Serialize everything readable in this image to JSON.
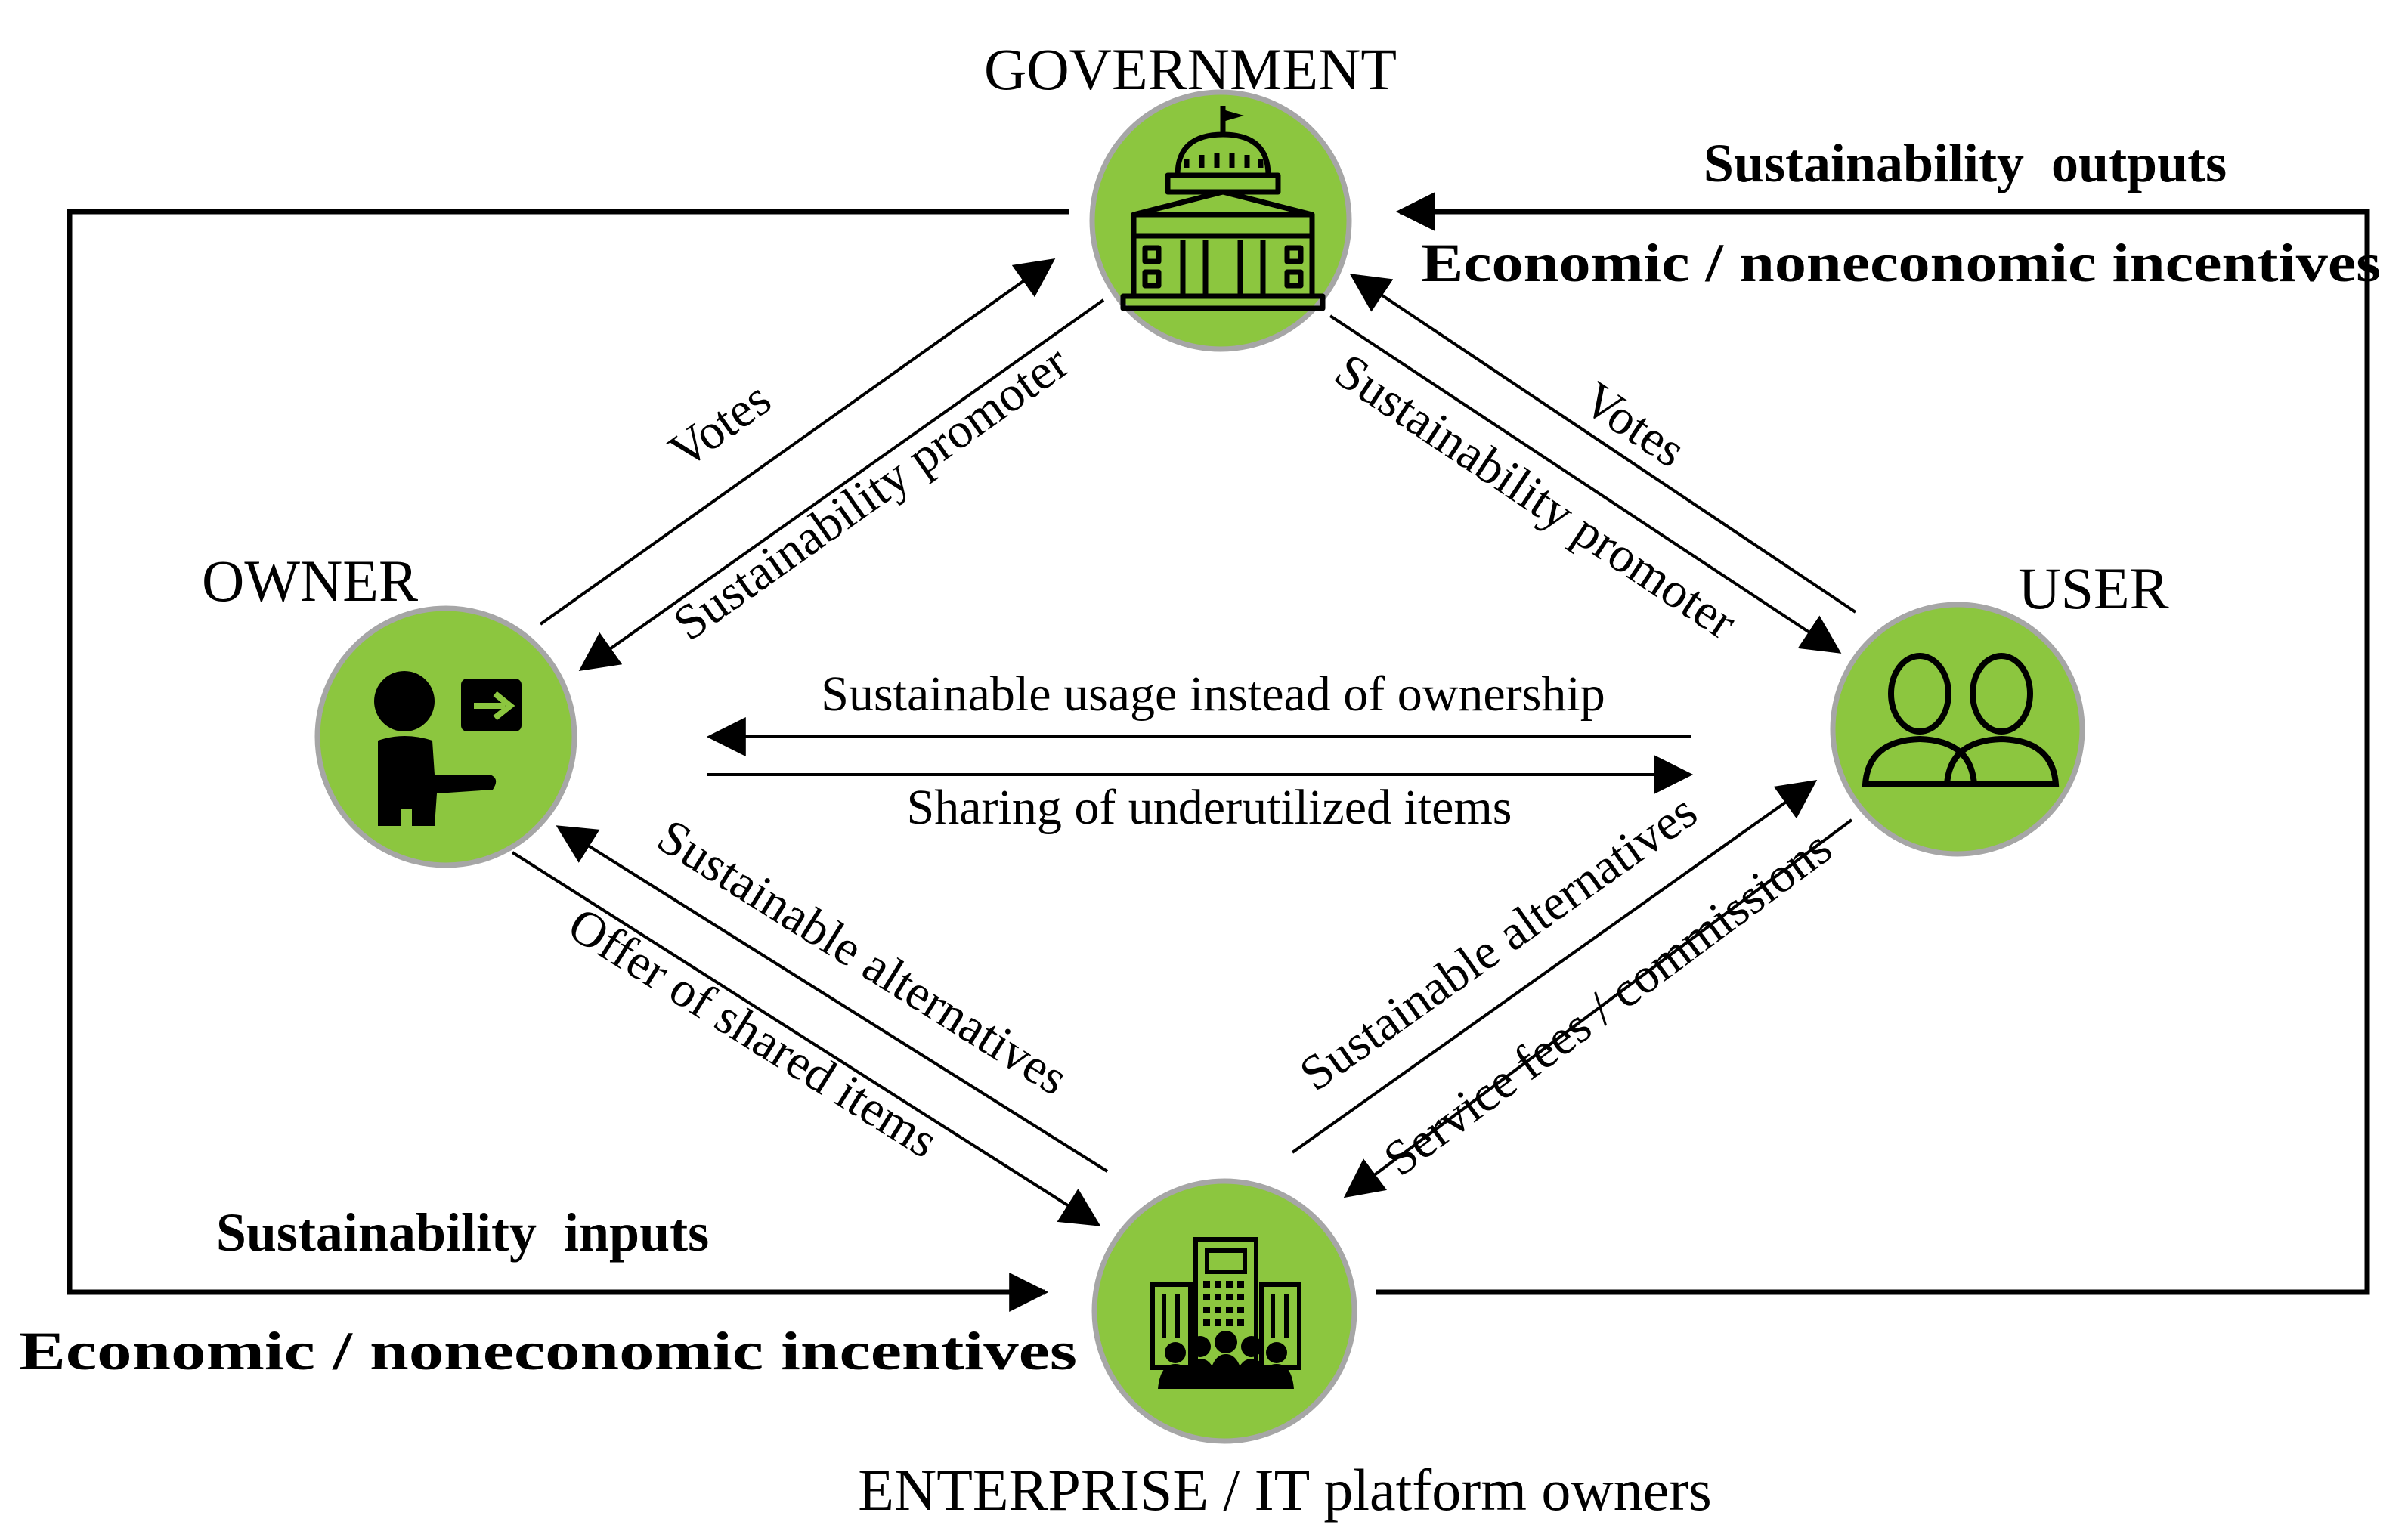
{
  "nodes": {
    "government": {
      "title": "GOVERNMENT",
      "icon": "government-building-icon"
    },
    "owner": {
      "title": "OWNER",
      "icon": "owner-presenter-icon"
    },
    "user": {
      "title": "USER",
      "icon": "users-group-icon"
    },
    "enterprise": {
      "title": "ENTERPRISE / IT platform owners",
      "icon": "enterprise-office-icon"
    }
  },
  "edges": {
    "owner_to_gov": "Votes",
    "gov_to_owner": "Sustainability promoter",
    "user_to_gov": "Votes",
    "gov_to_user": "Sustainability promoter",
    "user_to_owner": "Sustainable usage instead of ownership",
    "owner_to_user": "Sharing of underutilized items",
    "ent_to_owner": "Sustainable alternatives",
    "owner_to_ent": "Offer of shared items",
    "ent_to_user": "Sustainable alternatives",
    "user_to_ent": "Service fees / commissions"
  },
  "outer_loop": {
    "outputs_title": "Sustainability  outputs",
    "outputs_sub": "Economic / noneconomic incentives",
    "inputs_title": "Sustainability  inputs",
    "inputs_sub": "Economic / noneconomic incentives"
  },
  "colors": {
    "node_fill": "#8cc63f",
    "node_ring": "#a6a6a6",
    "line": "#000000"
  }
}
